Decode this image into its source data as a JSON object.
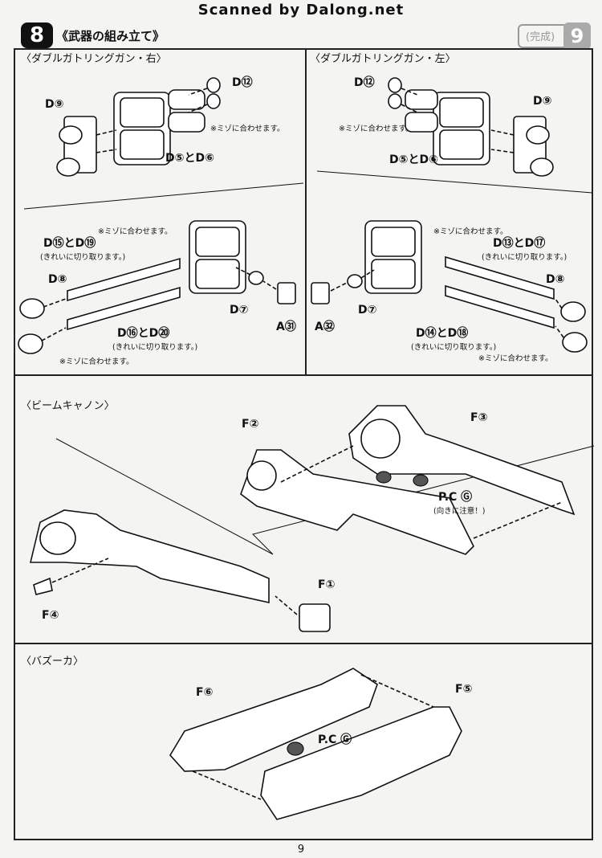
{
  "header": {
    "scanner_credit": "Scanned by Dalong.net",
    "section_number": "8",
    "section_title": "《武器の組み立て》",
    "right_tag_text": "(完成)",
    "right_tag_number": "9"
  },
  "gatling_right": {
    "title": "〈ダブルガトリングガン・右〉",
    "labels": {
      "d9": "D⑨",
      "d12": "D⑫",
      "d5d6": "D⑤とD⑥",
      "note": "※ミゾに合わせます。"
    }
  },
  "gatling_left": {
    "title": "〈ダブルガトリングガン・左〉",
    "labels": {
      "d9": "D⑨",
      "d12": "D⑫",
      "d5d6": "D⑤とD⑥",
      "note": "※ミゾに合わせます。"
    }
  },
  "barrels_right": {
    "labels": {
      "note_top": "※ミゾに合わせます。",
      "d15d19": "D⑮とD⑲",
      "clean_cut_1": "(きれいに切り取ります。)",
      "d8": "D⑧",
      "d16d20": "D⑯とD⑳",
      "clean_cut_2": "(きれいに切り取ります。)",
      "note_bottom": "※ミゾに合わせます。",
      "d7": "D⑦",
      "a31": "A㉛"
    }
  },
  "barrels_left": {
    "labels": {
      "note_top": "※ミゾに合わせます。",
      "d13d17": "D⑬とD⑰",
      "clean_cut_1": "(きれいに切り取ります。)",
      "d8": "D⑧",
      "d14d18": "D⑭とD⑱",
      "clean_cut_2": "(きれいに切り取ります。)",
      "note_bottom": "※ミゾに合わせます。",
      "d7": "D⑦",
      "a32": "A㉜"
    }
  },
  "beam_cannon": {
    "title": "〈ビームキャノン〉",
    "labels": {
      "f2": "F②",
      "f3": "F③",
      "pcg": "P.C Ⓖ",
      "direction_note": "(向きに注意！)",
      "f1": "F①",
      "f4": "F④"
    }
  },
  "bazooka": {
    "title": "〈バズーカ〉",
    "labels": {
      "f6": "F⑥",
      "f5": "F⑤",
      "pcg": "P.C Ⓖ"
    }
  },
  "footer": {
    "page_number": "9"
  }
}
